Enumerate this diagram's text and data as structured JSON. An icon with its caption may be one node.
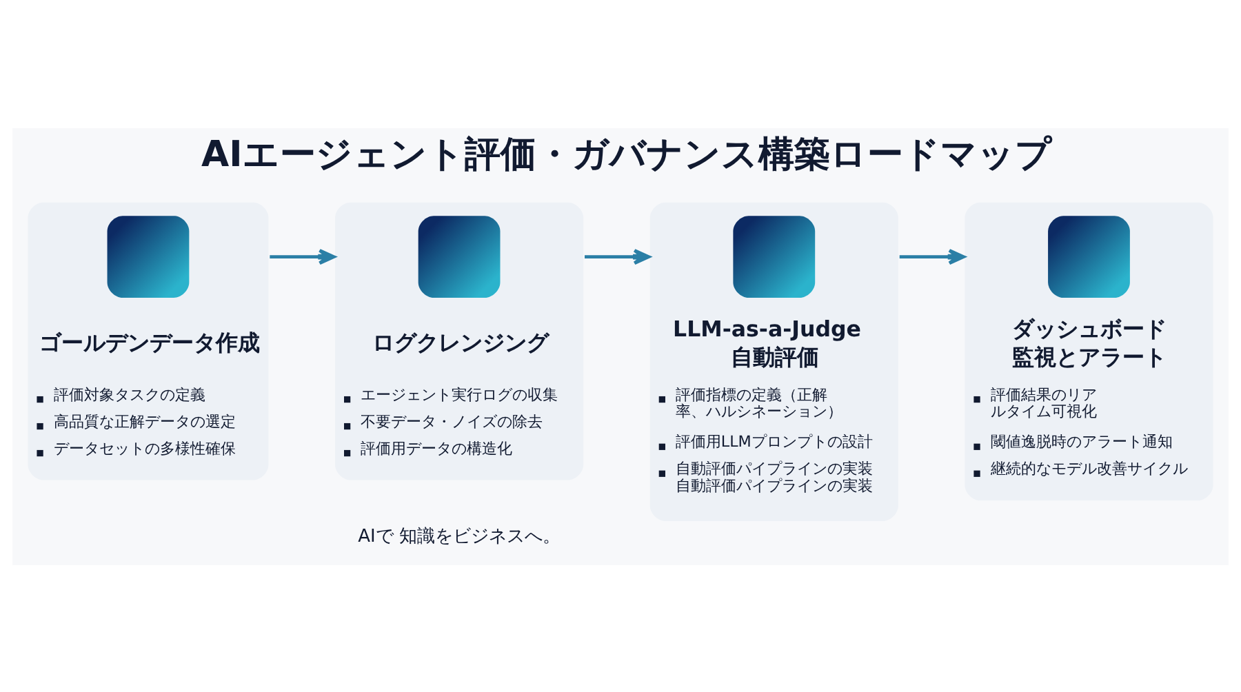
{
  "diagram": {
    "title": "AIエージェント評価・ガバナンス構築ロードマップ",
    "nodes": [
      {
        "text": [
          "ゴールデンデータ作成",
          "評価対象タスクの定義",
          "高品質な正解データの選定",
          "データセットの多様性確保"
        ]
      },
      {
        "text": [
          "ログクレンジング",
          "エージェント実行ログの収集",
          "不要データ・ノイズの除去",
          "評価用データの構造化"
        ]
      },
      {
        "text": [
          "LLM-as-a-Judge 自動評価",
          "評価指標の定義（正解率、ハルシネーション）",
          "評価用LLMプロンプトの設計",
          "自動評価パイプラインの実装自動評価パイプラインの実装"
        ]
      },
      {
        "text": [
          "ダッシュボード監視とアラート",
          "評価結果のリアルタイム可視化",
          "閾値逸脱時のアラート通知",
          "継続的なモデル改善サイクル"
        ]
      }
    ],
    "edges": [
      {
        "from": 0,
        "to": 1,
        "arrow": "to"
      },
      {
        "from": 1,
        "to": 2,
        "arrow": "to"
      },
      {
        "from": 2,
        "to": 3,
        "arrow": "to"
      }
    ],
    "labels": [
      "AIで 知識をビジネスへ。"
    ]
  }
}
